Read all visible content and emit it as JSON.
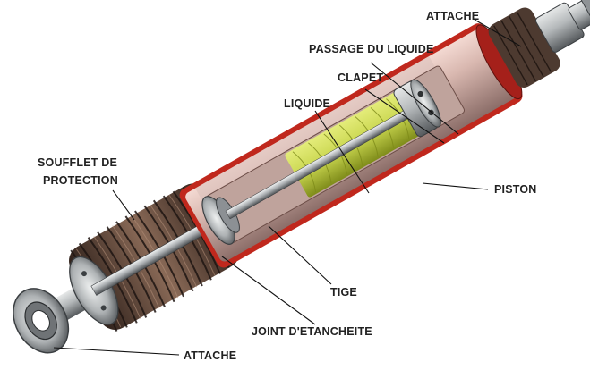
{
  "labels": {
    "attache_top": "ATTACHE",
    "passage_du_liquide": "PASSAGE DU LIQUIDE",
    "clapet": "CLAPET",
    "liquide": "LIQUIDE",
    "soufflet_line1": "SOUFFLET DE",
    "soufflet_line2": "PROTECTION",
    "piston": "PISTON",
    "tige": "TIGE",
    "joint": "JOINT D'ETANCHEITE",
    "attache_bottom": "ATTACHE"
  },
  "colors": {
    "background": "#ffffff",
    "body_red": "#c0281d",
    "steel_light": "#c6c9c9",
    "steel_dark": "#5f6366",
    "bellows_dark": "#3d2b22",
    "bellows_mid": "#7a5a49",
    "fluid": "#c9d64f",
    "fluid_dark": "#8c9a1e",
    "label_text": "#222222"
  }
}
